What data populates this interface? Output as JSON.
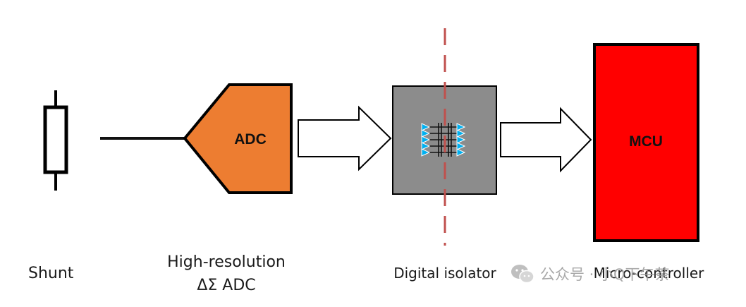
{
  "blocks": {
    "adc": {
      "text": "ADC",
      "color": "#ED7D31"
    },
    "isolator": {
      "color": "#8C8C8C"
    },
    "mcu": {
      "text": "MCU",
      "color": "#FF0000"
    }
  },
  "labels": {
    "shunt": "Shunt",
    "adc_line1": "High-resolution",
    "adc_line2": "ΔΣ ADC",
    "isolator": "Digital isolator",
    "mcu": "Micro-controller"
  },
  "watermark": {
    "text": "公众号 · 小Q下午茶"
  },
  "colors": {
    "outline": "#000000",
    "isolation_barrier": "#C0504D",
    "signal_triangles": "#00B0F0"
  }
}
